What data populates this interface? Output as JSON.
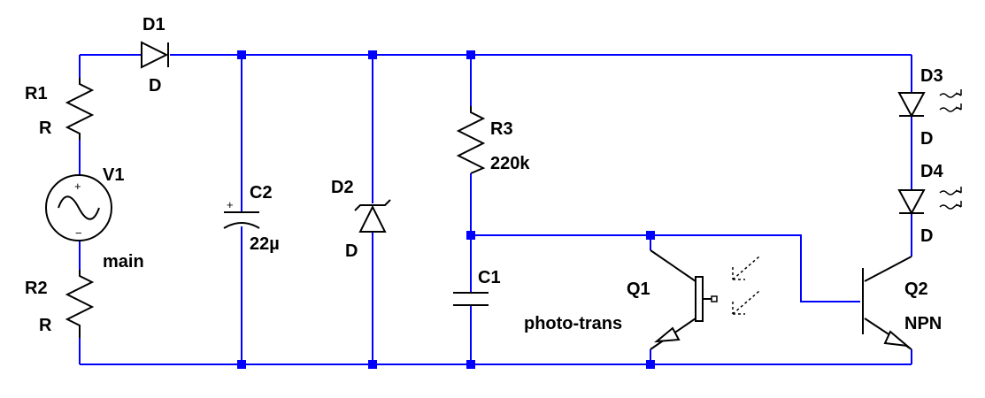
{
  "components": {
    "R1": {
      "ref": "R1",
      "value": "R"
    },
    "R2": {
      "ref": "R2",
      "value": "R"
    },
    "V1": {
      "ref": "V1",
      "value": "main"
    },
    "D1": {
      "ref": "D1",
      "value": "D"
    },
    "C2": {
      "ref": "C2",
      "value": "22µ"
    },
    "D2": {
      "ref": "D2",
      "value": "D"
    },
    "R3": {
      "ref": "R3",
      "value": "220k"
    },
    "C1": {
      "ref": "C1",
      "value": ""
    },
    "Q1": {
      "ref": "Q1",
      "value": "photo-trans"
    },
    "Q2": {
      "ref": "Q2",
      "value": "NPN"
    },
    "D3": {
      "ref": "D3",
      "value": "D"
    },
    "D4": {
      "ref": "D4",
      "value": "D"
    }
  },
  "colors": {
    "wire": "#0000ff",
    "symbol": "#000000",
    "background": "#ffffff"
  }
}
